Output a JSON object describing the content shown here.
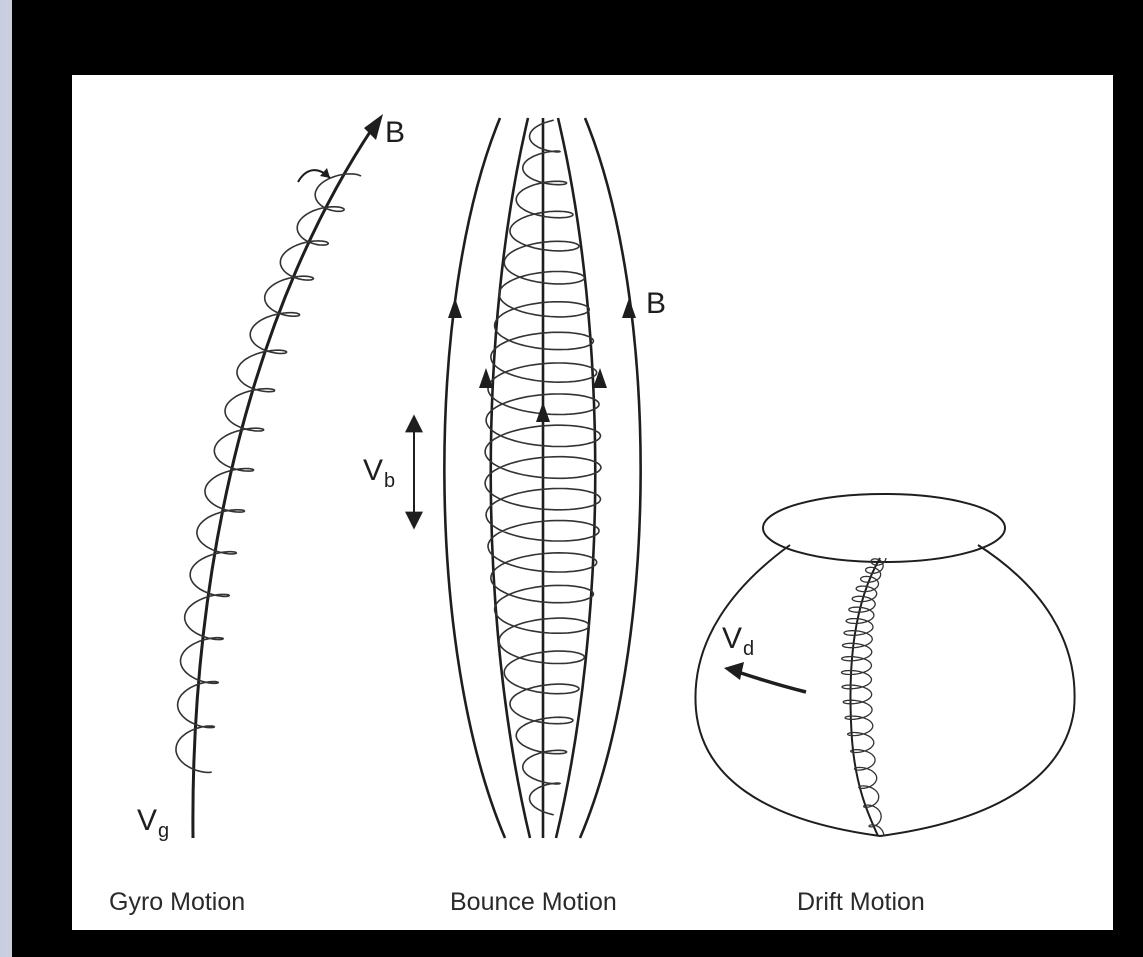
{
  "labels": {
    "B_gyro": "B",
    "B_bounce": "B",
    "vg_main": "V",
    "vg_sub": "g",
    "vb_main": "V",
    "vb_sub": "b",
    "vd_main": "V",
    "vd_sub": "d"
  },
  "captions": {
    "gyro": "Gyro Motion",
    "bounce": "Bounce Motion",
    "drift": "Drift Motion"
  },
  "colors": {
    "frame": "#000000",
    "panel": "#ffffff",
    "ink": "#1e1e1e"
  }
}
